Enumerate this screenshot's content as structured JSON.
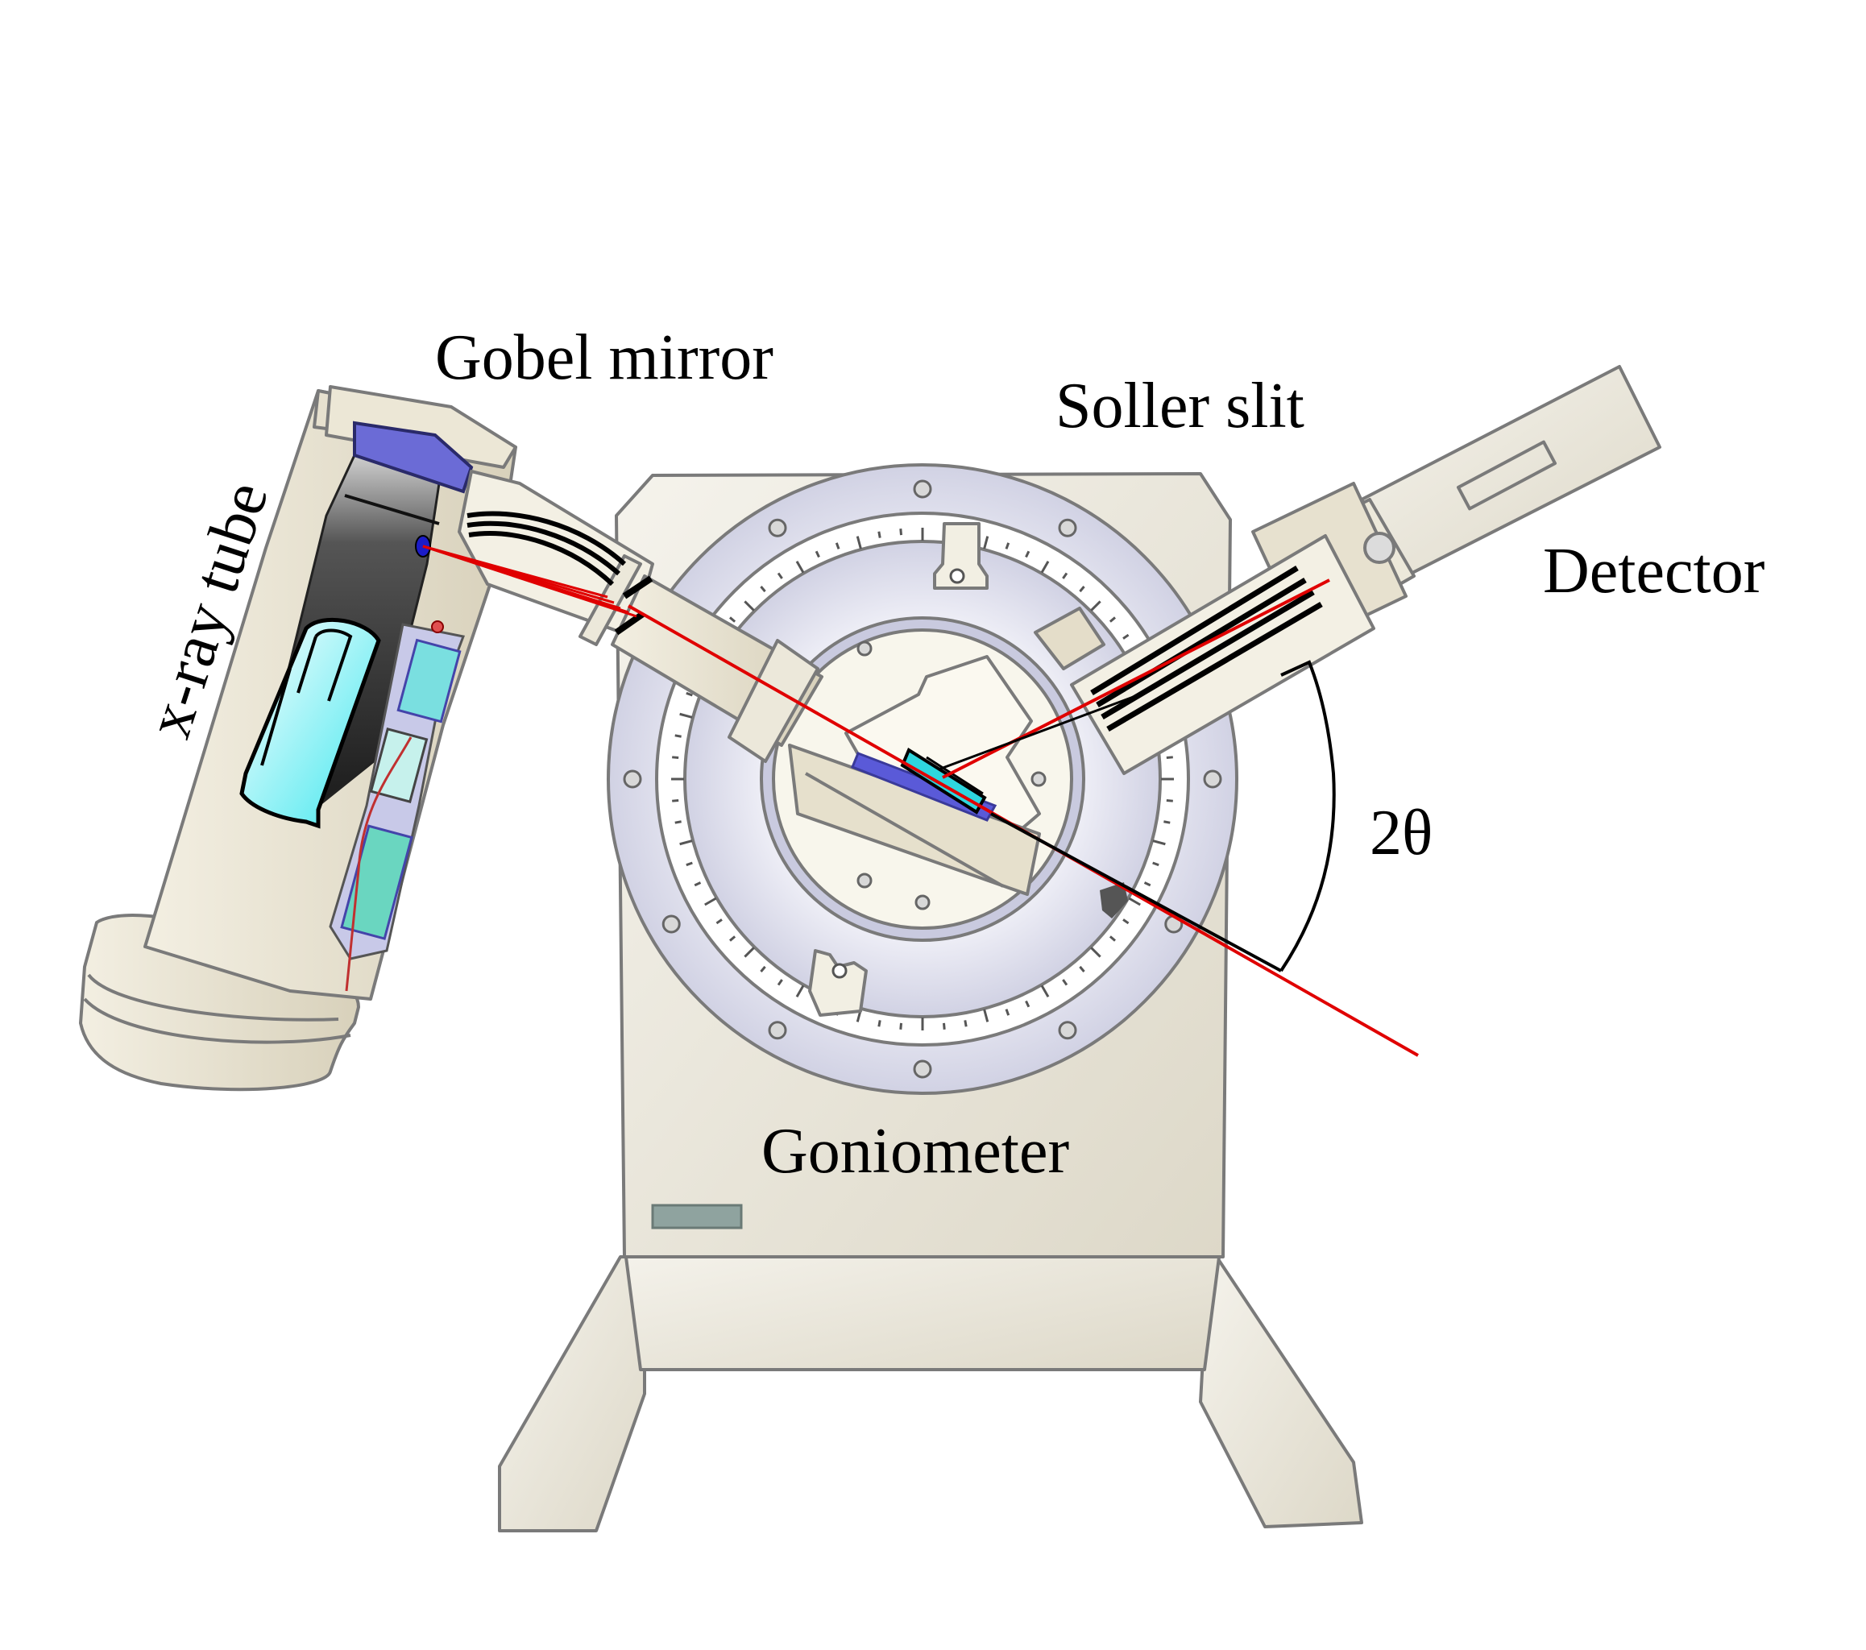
{
  "labels": {
    "xray_tube": "x-ray tube",
    "gobel_mirror": "Gobel mirror",
    "soller_slit": "Soller slit",
    "detector": "Detector",
    "goniometer": "Goniometer",
    "angle": "2θ"
  },
  "colors": {
    "beam": "#e00000",
    "body": "#e8e4d8",
    "body_dark": "#d6d0bd",
    "ring": "#cfd0e0",
    "sample": "#2ed6de",
    "tube_dark": "#3a3a3a",
    "tube_glass": "#7ff0f4",
    "plate_blue": "#5a5ad8",
    "outline": "#7a7a7a"
  }
}
